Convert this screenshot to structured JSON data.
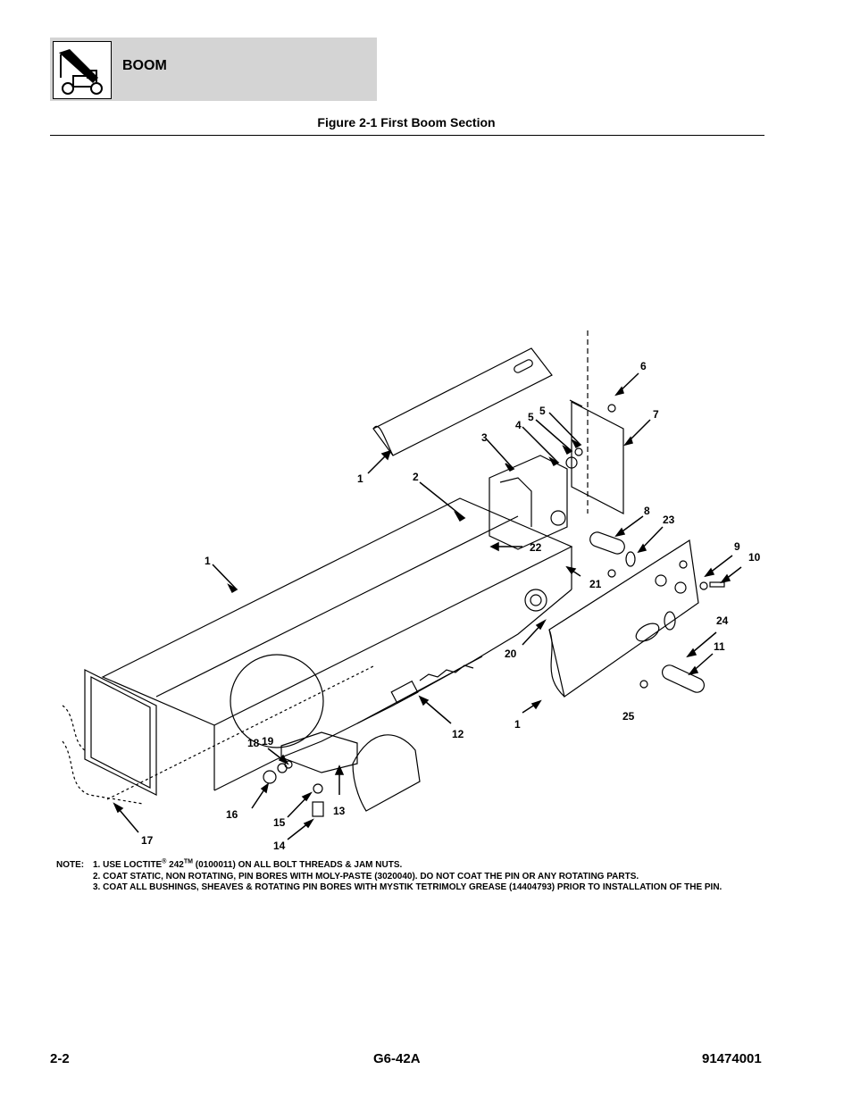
{
  "header": {
    "section": "BOOM",
    "logo_icon": "telehandler-boom-icon"
  },
  "figure": {
    "title": "Figure 2-1 First Boom Section"
  },
  "callouts": [
    {
      "label": "1",
      "id": "top"
    },
    {
      "label": "2",
      "id": "c2"
    },
    {
      "label": "3",
      "id": "c3"
    },
    {
      "label": "4",
      "id": "c4"
    },
    {
      "label": "5",
      "id": "c5a"
    },
    {
      "label": "5",
      "id": "c5b"
    },
    {
      "label": "6",
      "id": "c6"
    },
    {
      "label": "7",
      "id": "c7"
    },
    {
      "label": "8",
      "id": "c8"
    },
    {
      "label": "23",
      "id": "c23"
    },
    {
      "label": "9",
      "id": "c9"
    },
    {
      "label": "10",
      "id": "c10"
    },
    {
      "label": "1",
      "id": "left"
    },
    {
      "label": "22",
      "id": "c22"
    },
    {
      "label": "21",
      "id": "c21"
    },
    {
      "label": "20",
      "id": "c20"
    },
    {
      "label": "24",
      "id": "c24"
    },
    {
      "label": "11",
      "id": "c11"
    },
    {
      "label": "1",
      "id": "bottom"
    },
    {
      "label": "25",
      "id": "c25"
    },
    {
      "label": "12",
      "id": "c12"
    },
    {
      "label": "18",
      "id": "c18"
    },
    {
      "label": "19",
      "id": "c19"
    },
    {
      "label": "16",
      "id": "c16"
    },
    {
      "label": "13",
      "id": "c13"
    },
    {
      "label": "15",
      "id": "c15"
    },
    {
      "label": "14",
      "id": "c14"
    },
    {
      "label": "17",
      "id": "c17"
    }
  ],
  "notes": {
    "label": "NOTE:",
    "line1_a": "1. USE LOCTITE",
    "line1_reg": "®",
    "line1_b": " 242",
    "line1_tm": "TM",
    "line1_c": " (0100011) ON ALL BOLT THREADS & JAM NUTS.",
    "line2": "2. COAT STATIC, NON ROTATING, PIN BORES WITH MOLY-PASTE (3020040). DO NOT COAT THE PIN OR ANY ROTATING PARTS.",
    "line3": "3. COAT ALL BUSHINGS, SHEAVES & ROTATING PIN BORES WITH MYSTIK TETRIMOLY GREASE (14404793) PRIOR TO INSTALLATION OF THE PIN."
  },
  "footer": {
    "page": "2-2",
    "model": "G6-42A",
    "doc_number": "91474001"
  }
}
